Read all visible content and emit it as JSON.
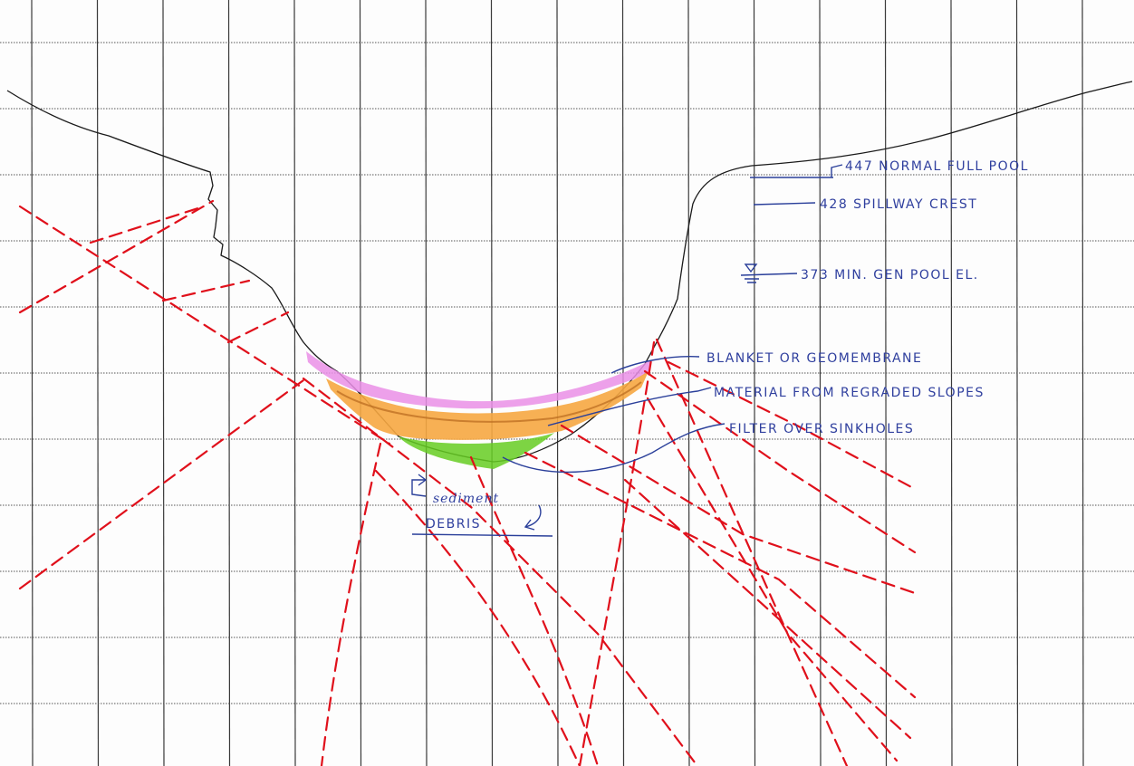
{
  "annotations": {
    "pool_full": "447 NORMAL FULL POOL",
    "spillway": "428 SPILLWAY CREST",
    "min_gen": "373 MIN. GEN POOL EL.",
    "blanket": "BLANKET OR GEOMEMBRANE",
    "regraded": "MATERIAL FROM REGRADED SLOPES",
    "filter": "FILTER OVER SINKHOLES",
    "sediment": "sediment",
    "debris": "DEBRIS"
  },
  "colors": {
    "grid": "#3a3a3a",
    "ground_line": "#1a1a1a",
    "fault_lines": "#e0101b",
    "ink": "#2f3f9e",
    "blanket_fill": "#ea8fe6",
    "regraded_fill": "#f6a741",
    "filter_fill": "#66cc22"
  },
  "icons": {
    "water_surface": "water-level-symbol"
  }
}
